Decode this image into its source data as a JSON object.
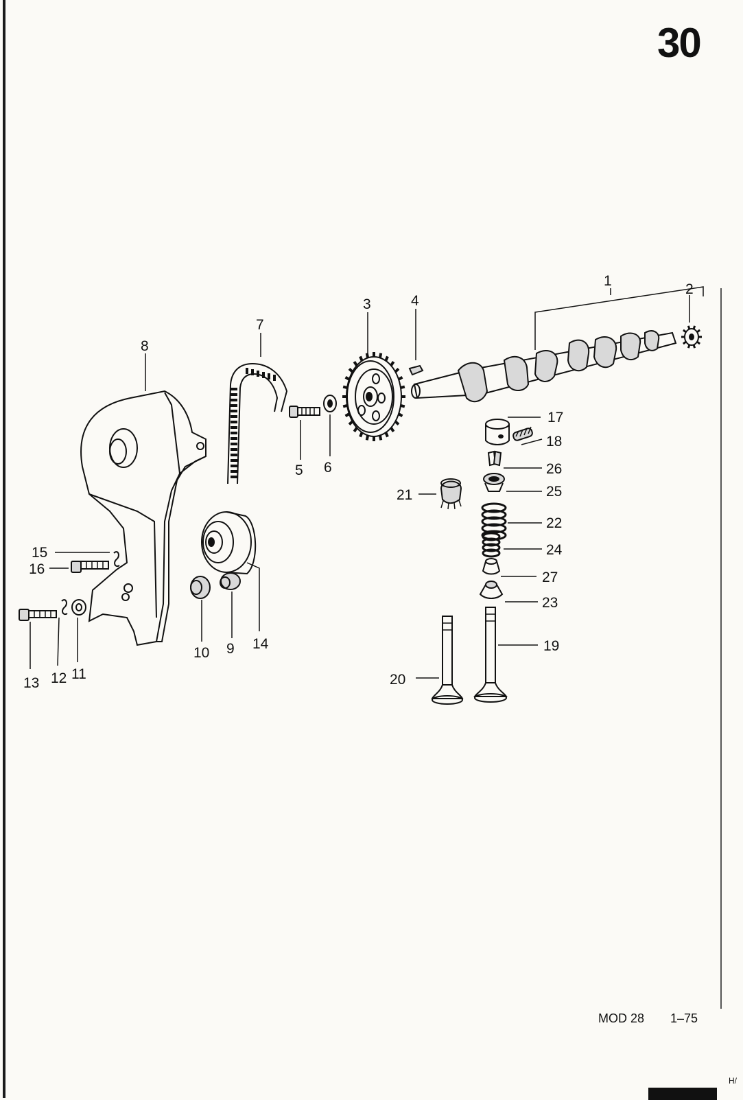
{
  "page": {
    "group_number": "30",
    "footer_code": "MOD 28",
    "footer_date": "1–75",
    "corner_mark": "H/"
  },
  "callouts": {
    "c1": "1",
    "c2": "2",
    "c3": "3",
    "c4": "4",
    "c5": "5",
    "c6": "6",
    "c7": "7",
    "c8": "8",
    "c9": "9",
    "c10": "10",
    "c11": "11",
    "c12": "12",
    "c13": "13",
    "c14": "14",
    "c15": "15",
    "c16": "16",
    "c17": "17",
    "c18": "18",
    "c19": "19",
    "c20": "20",
    "c21": "21",
    "c22": "22",
    "c23": "23",
    "c24": "24",
    "c25": "25",
    "c26": "26",
    "c27": "27"
  },
  "icons": {
    "timing-belt-cover": "exploded-part",
    "camshaft": "exploded-part",
    "timing-belt": "exploded-part",
    "valve": "exploded-part"
  }
}
